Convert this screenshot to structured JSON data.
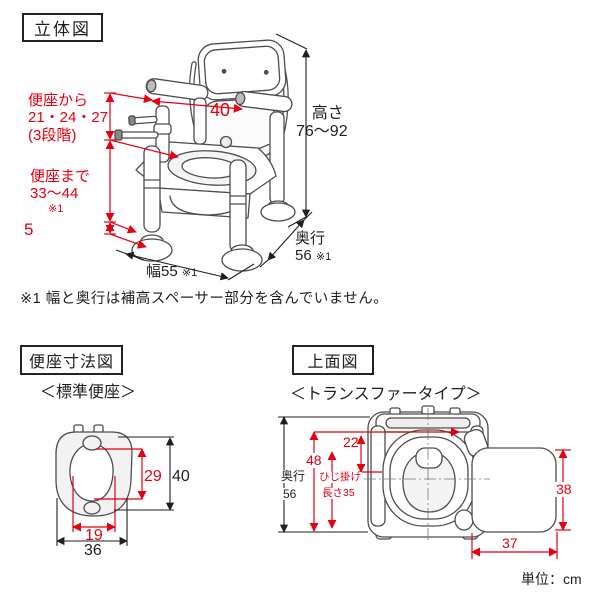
{
  "unit_note": "単位：cm",
  "footnote": "※1 幅と奥行は補高スペーサー部分を含んでいません。",
  "colors": {
    "dimension_red": "#e60012",
    "text_black": "#1f1f1f",
    "line_art_gray": "#4d4d4d"
  },
  "perspective": {
    "title": "立体図",
    "armrest_height_l1": "便座から",
    "armrest_height_l2": "21・24・27",
    "armrest_height_l3": "(3段階)",
    "seat_height_l1": "便座まで",
    "seat_height_l2": "33〜44",
    "seat_height_note": "※1",
    "spacer_height": "5",
    "between_armrests": "40",
    "height_label": "高さ",
    "height_value": "76〜92",
    "depth_label": "奥行",
    "depth_value": "56",
    "depth_note": "※1",
    "width_value": "幅55",
    "width_note": "※1"
  },
  "seat_section": {
    "title": "便座寸法図",
    "subtitle": "＜標準便座＞",
    "inner_depth": "29",
    "outer_depth": "40",
    "inner_width": "19",
    "outer_width": "36"
  },
  "top_section": {
    "title": "上面図",
    "subtitle": "＜トランスファータイプ＞",
    "depth_label": "奥行",
    "depth_value": "56",
    "overall_depth": "48",
    "back_to_seat": "22",
    "armrest_l1": "ひじ掛け",
    "armrest_l2": "長さ35",
    "board_depth": "38",
    "board_width": "37"
  }
}
